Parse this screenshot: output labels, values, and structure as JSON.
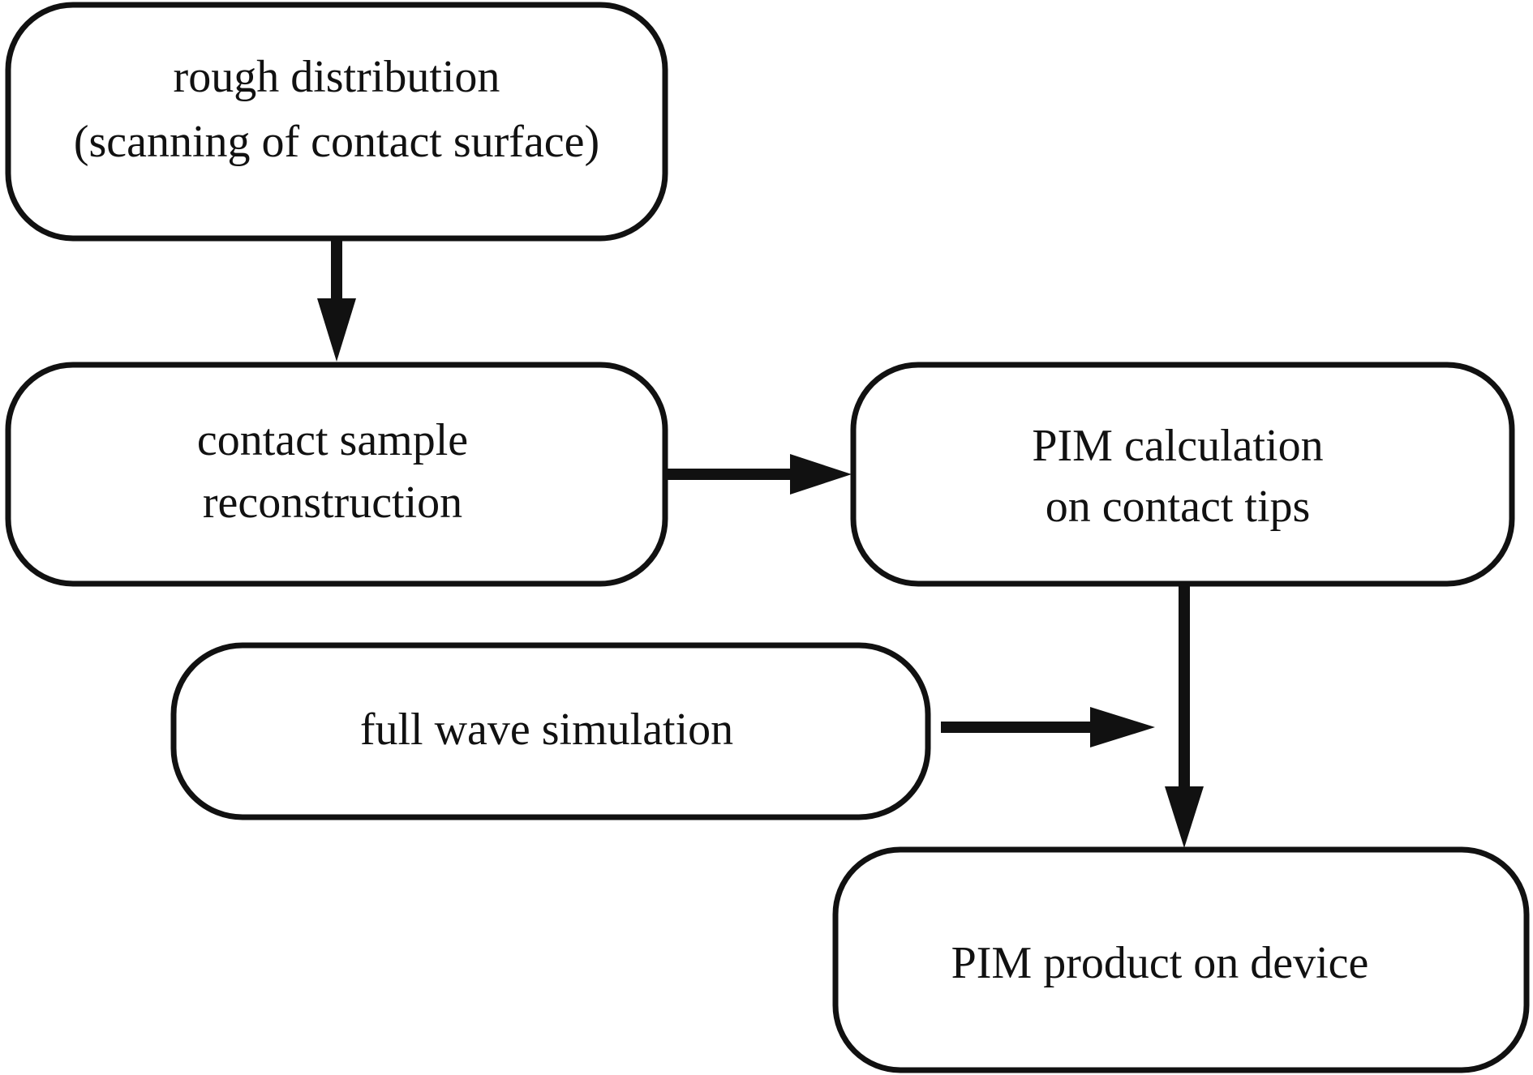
{
  "diagram": {
    "nodes": {
      "rough_distribution": {
        "line1": "rough distribution",
        "line2": "(scanning of contact surface)"
      },
      "contact_sample": {
        "line1": "contact sample",
        "line2": "reconstruction"
      },
      "pim_calculation": {
        "line1": "PIM calculation",
        "line2": "on contact tips"
      },
      "full_wave": {
        "line1": "full wave simulation"
      },
      "pim_product": {
        "line1": "PIM product on device"
      }
    },
    "edges": [
      {
        "from": "rough distribution",
        "to": "contact sample reconstruction"
      },
      {
        "from": "contact sample reconstruction",
        "to": "PIM calculation on contact tips"
      },
      {
        "from": "PIM calculation on contact tips",
        "to": "PIM product on device"
      },
      {
        "from": "full wave simulation",
        "to": "PIM product on device"
      }
    ],
    "colors": {
      "stroke": "#111111",
      "background": "#ffffff"
    }
  }
}
